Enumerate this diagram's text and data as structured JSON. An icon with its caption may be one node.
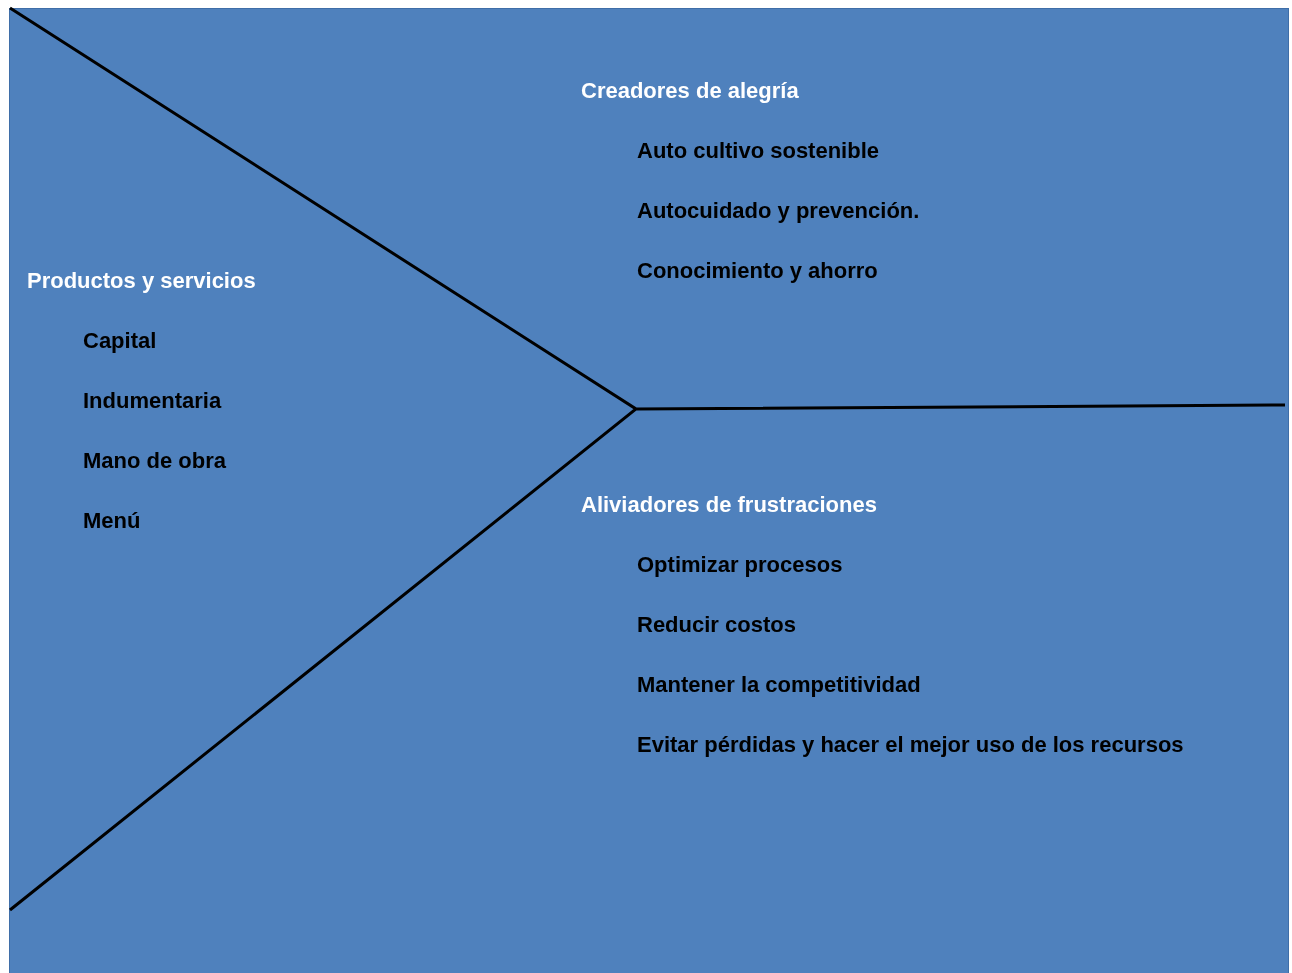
{
  "diagram": {
    "nodes": [
      {
        "text": [
          "Productos y servicios",
          "Capital",
          "Indumentaria",
          "Mano de obra",
          "Menú"
        ]
      },
      {
        "text": [
          "Creadores de alegría",
          "Auto cultivo sostenible",
          "Autocuidado y prevención.",
          "Conocimiento y ahorro"
        ]
      },
      {
        "text": [
          "Aliviadores de frustraciones",
          "Optimizar procesos",
          "Reducir costos",
          "Mantener la competitividad",
          "Evitar pérdidas y hacer el mejor uso de los recursos"
        ]
      }
    ]
  }
}
